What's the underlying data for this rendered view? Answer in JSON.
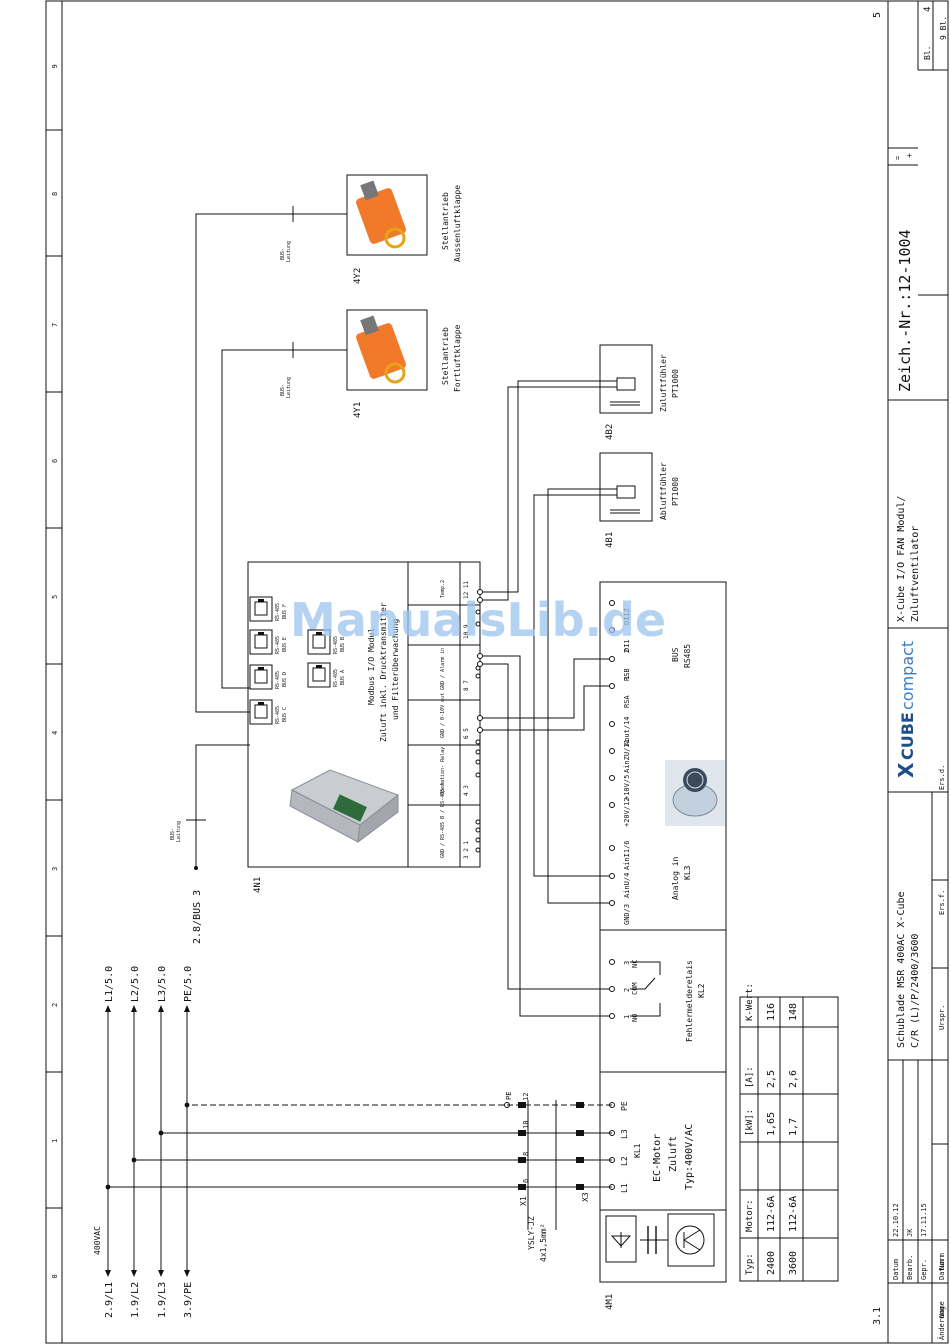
{
  "watermark": "ManualsLib.de",
  "border_numbers": [
    "0",
    "1",
    "2",
    "3",
    "4",
    "5",
    "6",
    "7",
    "8",
    "9"
  ],
  "page_marks": {
    "top_right": "5",
    "bottom_left": "3.1"
  },
  "title_block": {
    "drawing_no": "Zeich.-Nr.:12-1004",
    "subtitle_1": "X-Cube I/O FAN Modul/",
    "subtitle_2": "Zuluftventilator",
    "desc_1": "Schublade MSR 400AC X-Cube",
    "desc_2": "C/R (L)/P/2400/3600",
    "logo_x": "X",
    "logo_cube": "CUBE",
    "logo_compact": "compact",
    "sheet_label": "Bl.",
    "sheet_no": "4",
    "sheet_total": "9 Bl.",
    "plus": "+",
    "eq": "=",
    "rows": [
      {
        "label": "Datum",
        "value": "22.10.12"
      },
      {
        "label": "Bearb.",
        "value": "JK"
      },
      {
        "label": "Gepr.",
        "value": "17.11.15"
      },
      {
        "label": "Name",
        "value": "Norm"
      }
    ],
    "footer": [
      "Änderung",
      "Datum",
      "Urspr.",
      "Ers.f.",
      "Ers.d."
    ]
  },
  "devices": {
    "y2": {
      "tag": "4Y2",
      "line1": "Stellantrieb",
      "line2": "Aussenluftklappe",
      "bus": "BUS-",
      "bus2": "Leitung"
    },
    "y1": {
      "tag": "4Y1",
      "line1": "Stellantrieb",
      "line2": "Fortluftklappe",
      "bus": "BUS-",
      "bus2": "Leitung"
    },
    "b2": {
      "tag": "4B2",
      "line1": "Zuluftfühler",
      "line2": "PT1000"
    },
    "b1": {
      "tag": "4B1",
      "line1": "Abluftfühler",
      "line2": "PT1000"
    },
    "n1": {
      "tag": "4N1",
      "line1": "Modbus I/O Modul",
      "line2": "Zuluft inkl. Drucktransmitter",
      "line3": "und Filterüberwachung",
      "ports": [
        {
          "a": "RS-485",
          "b": "BUS C"
        },
        {
          "a": "RS-485",
          "b": "BUS D"
        },
        {
          "a": "RS-485",
          "b": "BUS E"
        },
        {
          "a": "RS-485",
          "b": "BUS F"
        },
        {
          "a": "RS-485",
          "b": "BUS A"
        },
        {
          "a": "RS-485",
          "b": "BUS B"
        }
      ],
      "terminals": [
        {
          "label": "Temp.2",
          "nums": "12 11"
        },
        {
          "label": "",
          "nums": "10 9"
        },
        {
          "label": "GND / Alarm in",
          "nums": "8 7"
        },
        {
          "label": "GND / 0-10V out",
          "nums": "6 5"
        },
        {
          "label": "Operation- Relay",
          "nums": "4 3"
        },
        {
          "label": "GND / RS-485 B / RS-485 A",
          "nums": "3 2 1"
        }
      ],
      "bus_label": "BUS-",
      "bus_label2": "Leitung",
      "bus_ref": "2.8/BUS 3"
    },
    "m1": {
      "tag": "4M1",
      "kl": "KL1",
      "l1": "EC-Motor",
      "l2": "Zuluft",
      "l3": "Typ:400V/AC",
      "terminals": [
        "L1",
        "L2",
        "L3",
        "PE"
      ],
      "cable": "YSLY-JZ",
      "cable2": "4x1,5mm²",
      "x1": "X1",
      "x3": "X3",
      "wire_nums": [
        "6",
        "8",
        "10",
        "12"
      ],
      "pe": "PE"
    },
    "kl3": {
      "bus": "BUS",
      "rs": "RS485",
      "pins": [
        "DI1Z",
        "DI1",
        "RSB",
        "RSA",
        "Aout/14",
        "AinZU/11",
        "+10V/5",
        "+20V/12",
        "AinI1/6",
        "AinU/4",
        "GND/3"
      ],
      "nums": [
        "",
        "",
        "2",
        "1",
        "",
        "",
        "",
        "",
        "",
        "",
        ""
      ],
      "analog": "Analog in",
      "name": "KL3"
    },
    "kl2": {
      "name": "Fehlermelderelais",
      "tag": "KL2",
      "pins": [
        "3",
        "2",
        "1"
      ],
      "labels": [
        "NC",
        "COM",
        "NO"
      ]
    }
  },
  "supply": {
    "voltage": "400VAC",
    "bottom": [
      "2.9/L1",
      "1.9/L2",
      "1.9/L3",
      "3.9/PE"
    ],
    "top": [
      "L1/5.0",
      "L2/5.0",
      "L3/5.0",
      "PE/5.0"
    ]
  },
  "motor_table": {
    "headers": [
      "Typ:",
      "Motor:",
      "[kW]:",
      "[A]:",
      "K-Wert:"
    ],
    "rows": [
      [
        "2400",
        "112-6A",
        "1,65",
        "2,5",
        "116"
      ],
      [
        "3600",
        "112-6A",
        "1,7",
        "2,6",
        "148"
      ]
    ]
  }
}
